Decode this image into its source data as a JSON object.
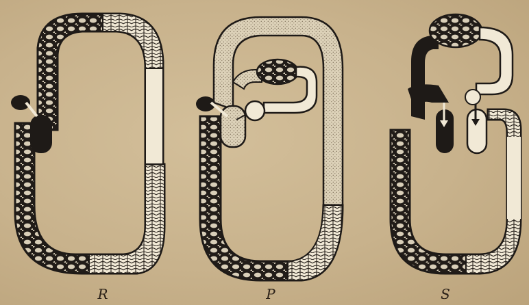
{
  "labels": {
    "r": "R",
    "p": "P",
    "s": "S"
  },
  "colors": {
    "background": "#c9b48f",
    "ink": "#1e1a17",
    "light_fill": "#f1e9d6",
    "stipple": "#d9cdb3"
  }
}
